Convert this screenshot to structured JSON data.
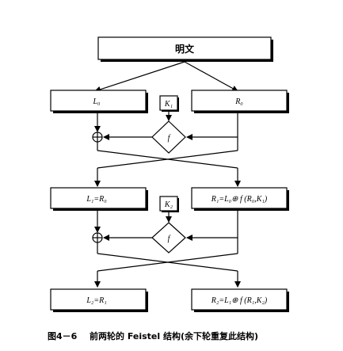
{
  "plaintext_label": "明文",
  "round1": {
    "left_label": "L₀",
    "right_label": "R₀",
    "key_label": "K₁",
    "function_label": "f"
  },
  "round1_output": {
    "left_label": "L₁=R₀",
    "right_label": "R₁=L₀⊕ f (R₀,K₁)"
  },
  "round2": {
    "key_label": "K₂",
    "function_label": "f"
  },
  "round2_output": {
    "left_label": "L₂=R₁",
    "right_label": "R₂=L₁⊕ f (R₁,K₂)"
  },
  "caption": {
    "figure_number": "图4－6",
    "text": "前两轮的 Feistel 结构(余下轮重复此结构)"
  }
}
